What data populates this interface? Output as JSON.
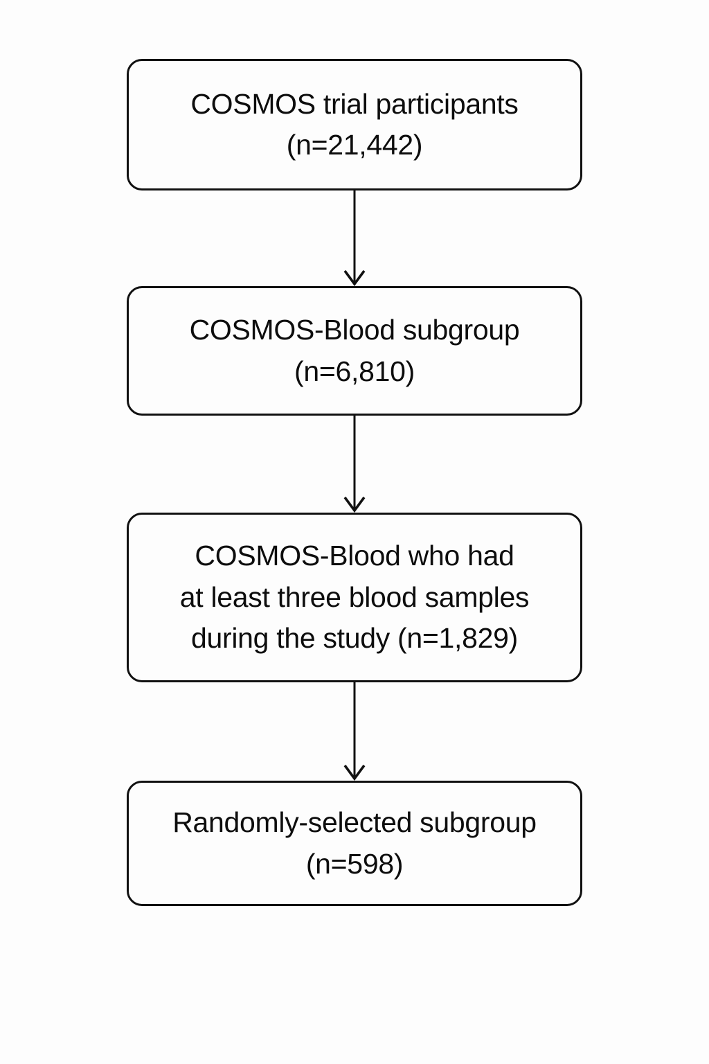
{
  "flowchart": {
    "colors": {
      "background": "#fdfdfd",
      "box_border": "#111111",
      "text": "#0d0d0d",
      "arrow": "#111111"
    },
    "nodes": [
      {
        "name": "cosmos-trial-participants",
        "lines": [
          "COSMOS trial participants",
          "(n=21,442)"
        ]
      },
      {
        "name": "cosmos-blood-subgroup",
        "lines": [
          "COSMOS-Blood subgroup",
          "(n=6,810)"
        ]
      },
      {
        "name": "cosmos-blood-three-samples",
        "lines": [
          "COSMOS-Blood who had",
          "at least three blood samples",
          "during the study (n=1,829)"
        ]
      },
      {
        "name": "randomly-selected-subgroup",
        "lines": [
          "Randomly-selected subgroup",
          "(n=598)"
        ]
      }
    ]
  }
}
